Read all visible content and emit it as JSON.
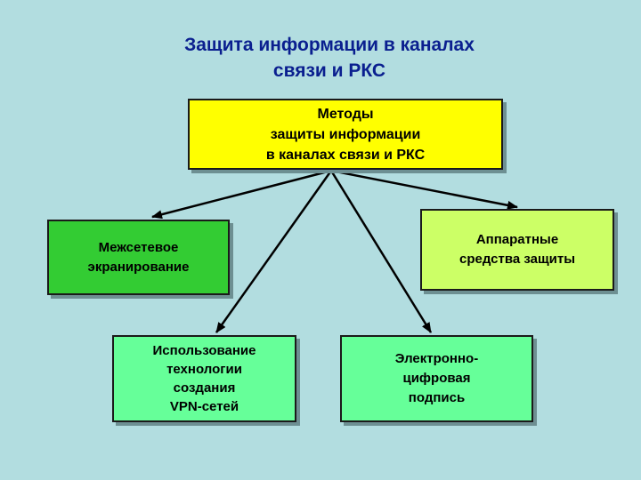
{
  "title": {
    "line1": "Защита информации в каналах",
    "line2": "связи и РКС"
  },
  "root": {
    "line1": "Методы",
    "line2": "защиты информации",
    "line3": "в каналах связи и РКС"
  },
  "firewall": {
    "line1": "Межсетевое",
    "line2": "экранирование"
  },
  "hardware": {
    "line1": "Аппаратные",
    "line2": "средства защиты"
  },
  "vpn": {
    "line1": "Использование",
    "line2": "технологии",
    "line3": "создания",
    "line4": "VPN-сетей"
  },
  "eds": {
    "line1": "Электронно-",
    "line2": "цифровая",
    "line3": "подпись"
  },
  "colors": {
    "background": "#b2dde0",
    "title": "#0a1f8f",
    "root_fill": "#ffff00",
    "firewall_fill": "#33cc33",
    "hardware_fill": "#ccff66",
    "vpn_fill": "#66ff99",
    "eds_fill": "#66ff99"
  }
}
